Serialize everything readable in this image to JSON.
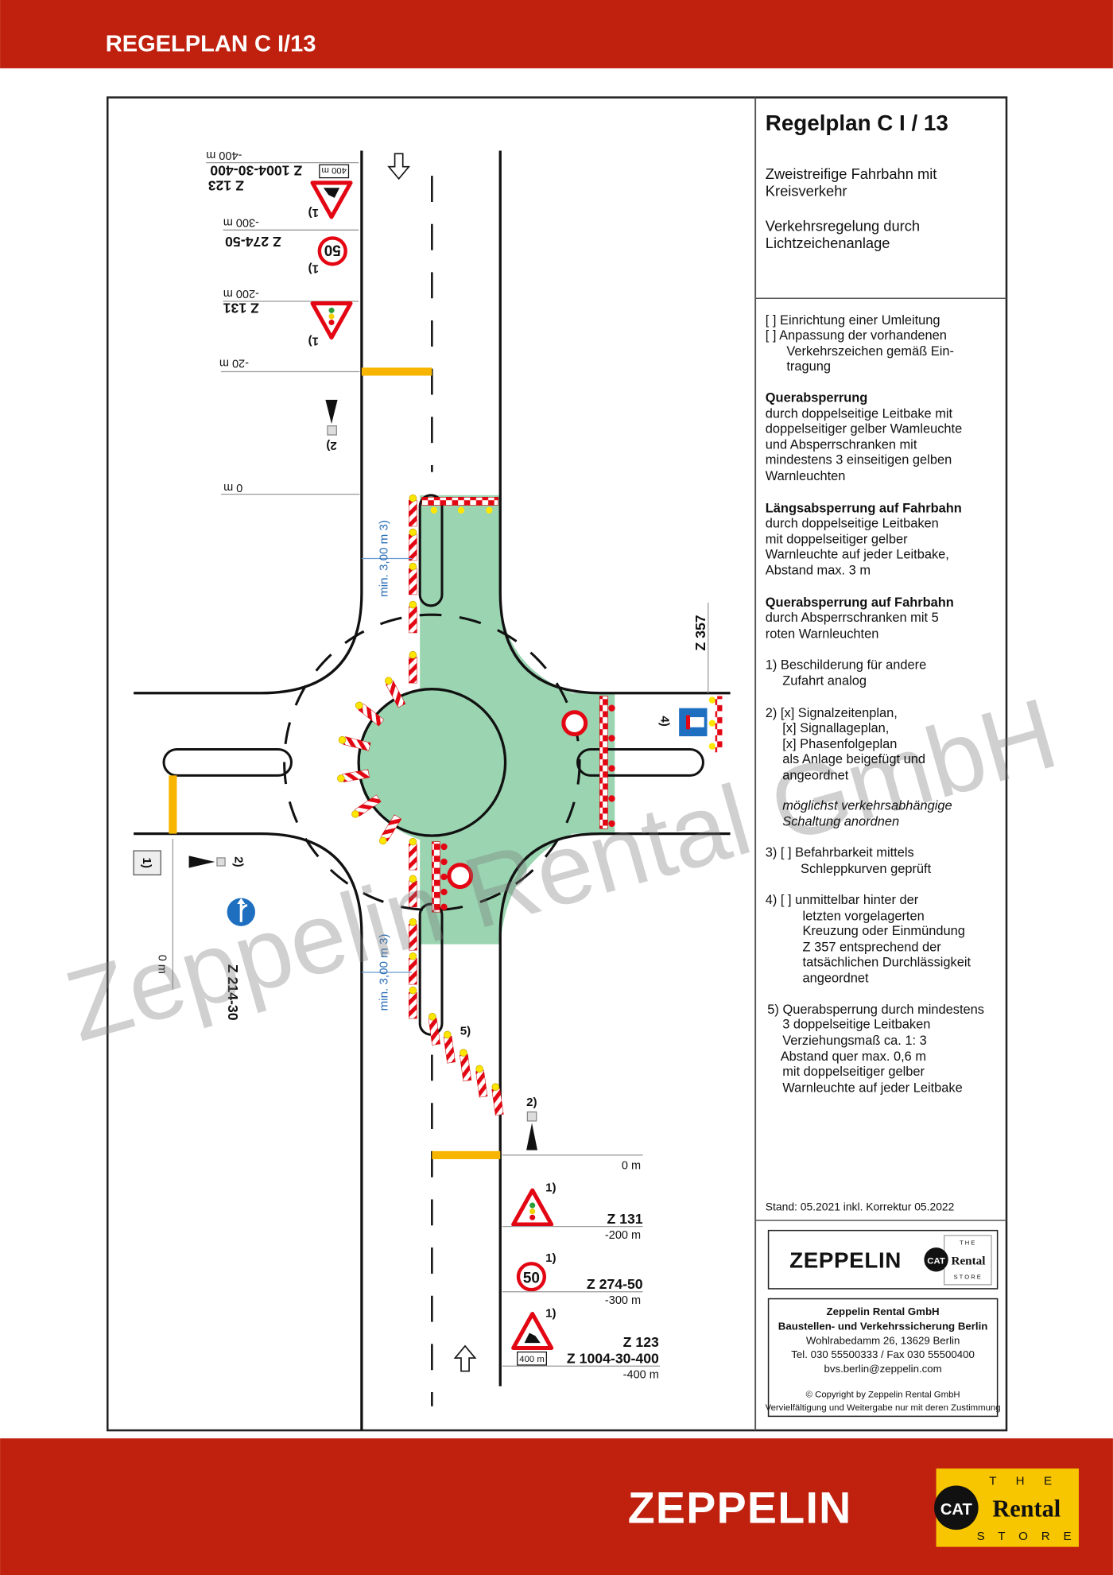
{
  "header": {
    "title": "REGELPLAN C I/13"
  },
  "plan": {
    "title": "Regelplan C I / 13",
    "subtitle": [
      "Zweistreifige Fahrbahn mit",
      "Kreisverkehr"
    ],
    "regulation": [
      "Verkehrsregelung durch",
      "Lichtzeichenanlage"
    ]
  },
  "notes": {
    "options": [
      "[  ] Einrichtung einer Umleitung",
      "[  ] Anpassung der vorhandenen",
      "Verkehrszeichen gemäß Ein-",
      "tragung"
    ],
    "quer": {
      "heading": "Querabsperrung",
      "lines": [
        "durch doppelseitige Leitbake mit",
        "doppelseitiger gelber Wamleuchte",
        "und Absperrschranken mit",
        "mindestens 3 einseitigen gelben",
        "Warnleuchten"
      ]
    },
    "laengs": {
      "heading": "Längsabsperrung auf Fahrbahn",
      "lines": [
        "durch doppelseitige Leitbaken",
        "mit doppelseitiger gelber",
        "Warnleuchte auf jeder Leitbake,",
        "Abstand max. 3 m"
      ]
    },
    "querFahrbahn": {
      "heading": "Querabsperrung auf Fahrbahn",
      "lines": [
        "durch Absperrschranken mit 5",
        "roten Warnleuchten"
      ]
    },
    "n1": [
      "1) Beschilderung für andere",
      "Zufahrt analog"
    ],
    "n2": [
      "2) [x] Signalzeitenplan,",
      "[x] Signallageplan,",
      "[x] Phasenfolgeplan",
      "als Anlage beigefügt und",
      "angeordnet"
    ],
    "n2_italic": [
      "möglichst verkehrsabhängige",
      "Schaltung anordnen"
    ],
    "n3": [
      "3) [  ] Befahrbarkeit mittels",
      "Schleppkurven geprüft"
    ],
    "n4": [
      "4) [  ] unmittelbar hinter der",
      "letzten vorgelagerten",
      "Kreuzung oder Einmündung",
      "Z 357 entsprechend der",
      "tatsächlichen Durchlässigkeit",
      "angeordnet"
    ],
    "n5": [
      "5) Querabsperrung durch mindestens",
      "3 doppelseitige Leitbaken",
      "Verziehungsmaß ca. 1: 3",
      "Abstand quer max. 0,6 m",
      "mit doppelseitiger gelber",
      "Warnleuchte auf jeder Leitbake"
    ]
  },
  "stand": "Stand: 05.2021 inkl. Korrektur 05.2022",
  "logo": {
    "zeppelin": "ZEPPELIN",
    "cat": "CAT",
    "rental": "Rental",
    "the": "T H E",
    "store": "S T O R E"
  },
  "company": {
    "name": "Zeppelin Rental GmbH",
    "division": "Baustellen- und Verkehrssicherung Berlin",
    "address": "Wohlrabedamm 26, 13629 Berlin",
    "phone": "Tel. 030 55500333 / Fax 030 55500400",
    "email": "bvs.berlin@zeppelin.com",
    "copyright": "© Copyright by Zeppelin Rental GmbH",
    "rights": "Vervielfältigung und Weitergabe nur mit deren Zustimmung"
  },
  "diagram": {
    "signs": {
      "z123": "Z  123",
      "z1004": "Z  1004-30-400",
      "plate": "400 m",
      "z274": "Z  274-50",
      "speed": "50",
      "z131": "Z  131",
      "z214": "Z 214-30",
      "z357": "Z 357"
    },
    "distances": {
      "d400": "-400 m",
      "d300": "-300 m",
      "d200": "-200 m",
      "d20": "-20 m",
      "d0": "0 m"
    },
    "refs": {
      "r1": "1)",
      "r2": "2)",
      "r4": "4)",
      "r5": "5)"
    },
    "min_width": "min. 3,00 m 3)"
  },
  "watermark": "Zeppelin Rental GmbH",
  "colors": {
    "brand_red": "#c0200e",
    "work_zone_green": "#8fcfa8",
    "barrier_yellow": "#f7b500",
    "sign_blue": "#1f6fc0",
    "dimension_blue": "#2a6db5"
  }
}
